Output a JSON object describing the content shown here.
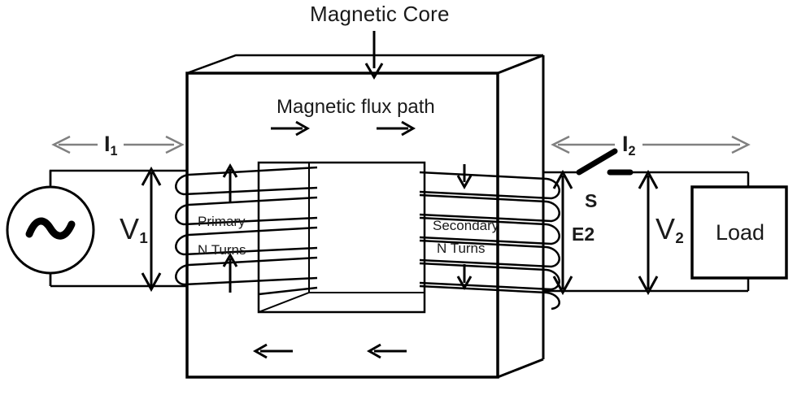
{
  "diagram": {
    "title": "Magnetic Core",
    "flux_label": "Magnetic flux path",
    "colors": {
      "ink": "#000000",
      "text": "#1a1a1a",
      "current_arrow": "#808080",
      "background": "#ffffff"
    }
  },
  "core": {
    "label": "Magnetic Core",
    "flux_path_label": "Magnetic flux path"
  },
  "primary": {
    "name_label": "Primary",
    "turns_label": "N  Turns",
    "voltage_label": "V",
    "voltage_sub": "1",
    "current_label": "I",
    "current_sub": "1",
    "source_symbol": "~"
  },
  "secondary": {
    "name_label": "Secondary",
    "turns_label": "N  Turns",
    "emf_label": "E2",
    "voltage_label": "V",
    "voltage_sub": "2",
    "current_label": "I",
    "current_sub": "2",
    "switch_label": "S",
    "load_label": "Load"
  }
}
